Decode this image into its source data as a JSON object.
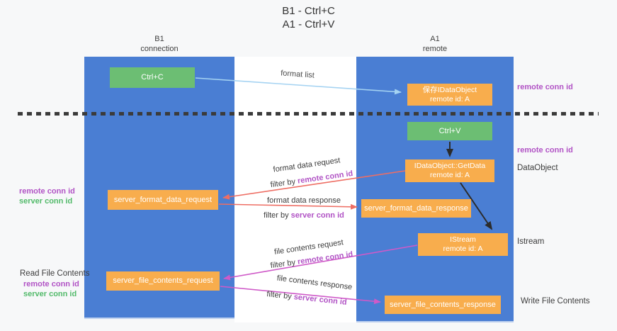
{
  "title": {
    "line1": "B1 - Ctrl+C",
    "line2": "A1 - Ctrl+V"
  },
  "lanes": {
    "left": {
      "name": "B1",
      "role": "connection"
    },
    "right": {
      "name": "A1",
      "role": "remote"
    }
  },
  "boxes": {
    "ctrl_c": "Ctrl+C",
    "ctrl_v": "Ctrl+V",
    "stored_dataobject": {
      "line1": "保存IDataObject",
      "line2": "remote id: A"
    },
    "getdata": {
      "line1": "IDataObject::GetData",
      "line2": "remote id: A"
    },
    "istream": {
      "line1": "IStream",
      "line2": "remote id: A"
    },
    "format_request": "server_format_data_request",
    "format_response": "server_format_data_response",
    "file_request": "server_file_contents_request",
    "file_response": "server_file_contents_response"
  },
  "arrow_labels": {
    "format_list": "format list",
    "format_data_request": "format data request",
    "format_data_response": "format data response",
    "file_contents_request": "file contents request",
    "file_contents_response": "file contents response",
    "filter_prefix": "filter by ",
    "remote_conn_id": "remote conn id",
    "server_conn_id": "server conn id"
  },
  "side_labels": {
    "remote_conn_id": "remote conn id",
    "server_conn_id": "server conn id",
    "dataobject": "DataObject",
    "istream": "Istream",
    "read_file_contents": "Read File Contents",
    "write_file_contents": "Write File Contents"
  },
  "colors": {
    "lane_blue": "#4a7ed3",
    "box_green": "#6cbe73",
    "box_orange": "#f8ad4d",
    "purple_text": "#b153c5",
    "green_text": "#52ba6a",
    "salmon_arrow": "#ee6e64",
    "magenta_arrow": "#cf5ac8",
    "light_blue_arrow": "#a5d3f2",
    "black_arrow": "#2b2b2b"
  }
}
